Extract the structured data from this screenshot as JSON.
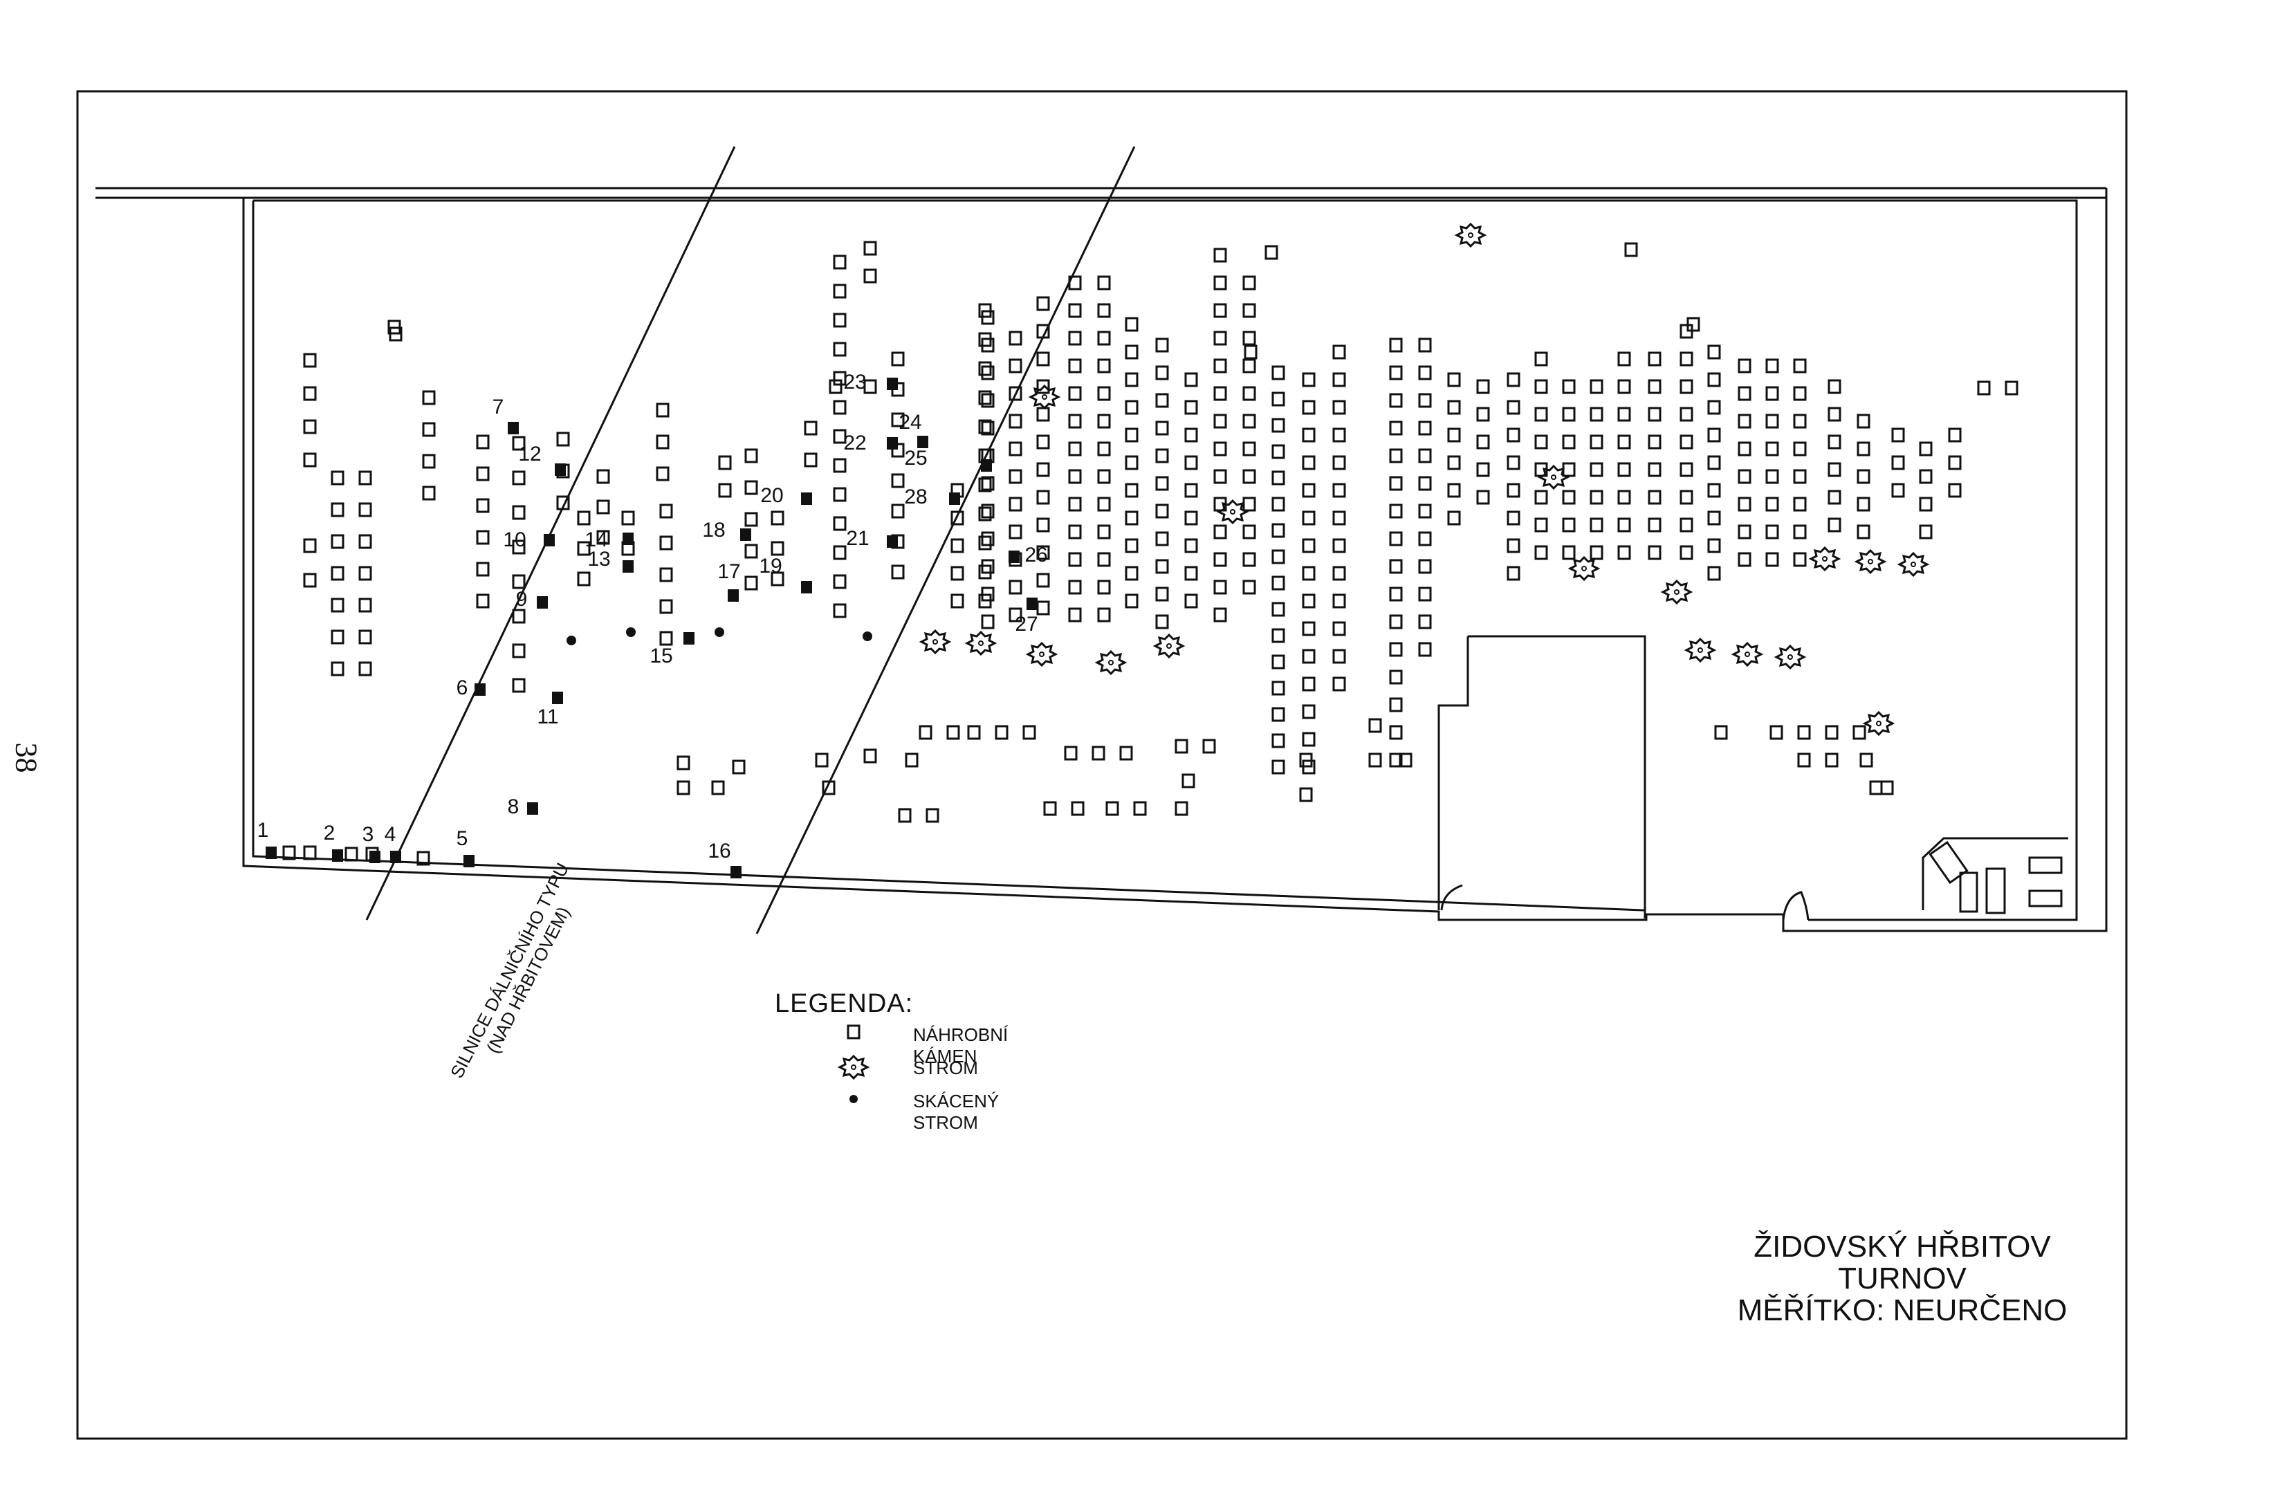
{
  "page_number": "38",
  "title": {
    "line1": "ŽIDOVSKÝ HŘBITOV",
    "line2": "TURNOV",
    "line3": "MĚŘÍTKO: NEURČENO"
  },
  "road": {
    "line1": "SILNICE DÁLNIČNÍHO TYPU",
    "line2": "(NAD HŘBITOVEM)"
  },
  "legend": {
    "title": "LEGENDA:",
    "items": [
      {
        "symbol": "open-square",
        "label": "NÁHROBNÍ KÁMEN"
      },
      {
        "symbol": "tree",
        "label": "STROM"
      },
      {
        "symbol": "dot",
        "label": "SKÁCENÝ STROM"
      }
    ]
  },
  "numbered_stones": [
    {
      "n": "1"
    },
    {
      "n": "2"
    },
    {
      "n": "3"
    },
    {
      "n": "4"
    },
    {
      "n": "5"
    },
    {
      "n": "6"
    },
    {
      "n": "7"
    },
    {
      "n": "8"
    },
    {
      "n": "9"
    },
    {
      "n": "10"
    },
    {
      "n": "11"
    },
    {
      "n": "12"
    },
    {
      "n": "13"
    },
    {
      "n": "14"
    },
    {
      "n": "15"
    },
    {
      "n": "16"
    },
    {
      "n": "17"
    },
    {
      "n": "18"
    },
    {
      "n": "19"
    },
    {
      "n": "20"
    },
    {
      "n": "21"
    },
    {
      "n": "22"
    },
    {
      "n": "23"
    },
    {
      "n": "24"
    },
    {
      "n": "25"
    },
    {
      "n": "26"
    },
    {
      "n": "27"
    },
    {
      "n": "28"
    }
  ],
  "colors": {
    "ink": "#111111",
    "paper": "#ffffff"
  }
}
